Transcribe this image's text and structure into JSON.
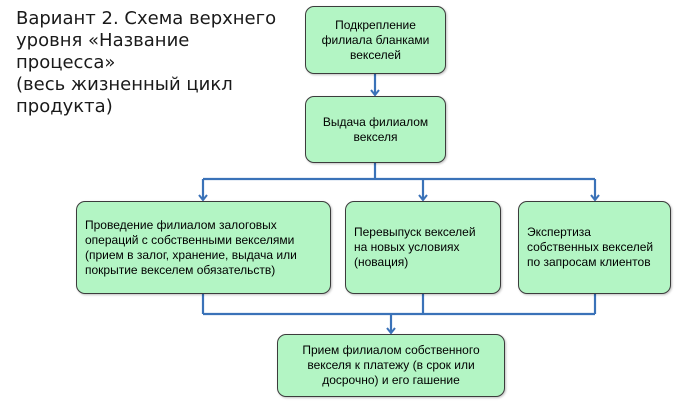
{
  "title": "Вариант 2. Схема верхнего\nуровня «Название процесса»\n(весь жизненный цикл\nпродукта)",
  "colors": {
    "node_fill": "#b3f5c4",
    "node_border": "#3c3c3c",
    "connector": "#3a72b8"
  },
  "nodes": {
    "n1": "Подкрепление\nфилиала бланками\nвекселей",
    "n2": "Выдача филиалом\nвекселя",
    "n3": "Проведение филиалом залоговых\nопераций с собственными векселями\n(прием в залог, хранение, выдача или\nпокрытие векселем обязательств)",
    "n4": "Перевыпуск векселей\nна новых условиях\n(новация)",
    "n5": "Экспертиза\nсобственных векселей\nпо запросам клиентов",
    "n6": "Прием филиалом собственного\nвекселя к платежу (в срок или\nдосрочно) и его гашение"
  }
}
